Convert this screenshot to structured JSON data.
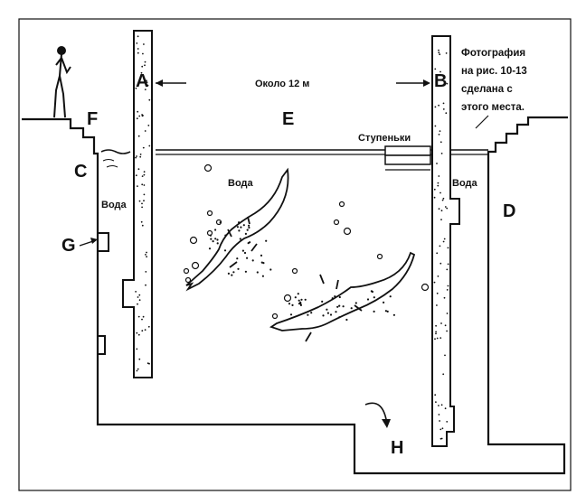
{
  "labels": {
    "A": "A",
    "B": "B",
    "C": "C",
    "D": "D",
    "E": "E",
    "F": "F",
    "G": "G",
    "H": "H"
  },
  "width_text": "Около 12 м",
  "steps_text": "Ступеньки",
  "water_left": "Вода",
  "water_center": "Вода",
  "water_right": "Вода",
  "photo_note": [
    "Фотография",
    "на рис. 10-13",
    "сделана с",
    "этого места."
  ],
  "colors": {
    "ink": "#111111",
    "paper": "#ffffff",
    "grey": "#dddddd"
  }
}
